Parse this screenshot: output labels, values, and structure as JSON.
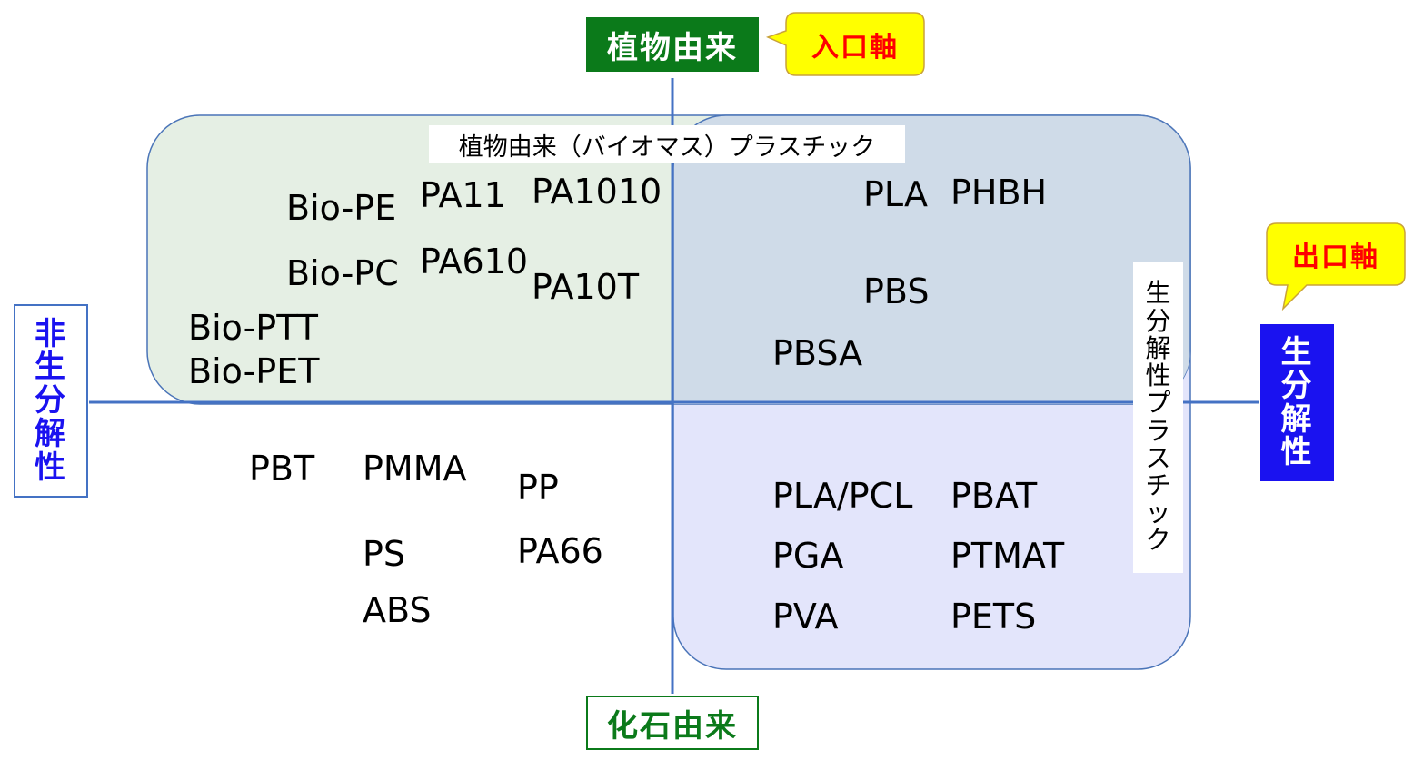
{
  "axes": {
    "top": "植物由来",
    "bottom": "化石由来",
    "left": "非生分解性",
    "right": "生分解性"
  },
  "callouts": {
    "entry_axis": "入口軸",
    "exit_axis": "出口軸"
  },
  "regions": {
    "biomass_title": "植物由来（バイオマス）プラスチック",
    "biodegradable_title": "生分解性プラスチック"
  },
  "materials": {
    "biomass_nondegradable": [
      "Bio-PE",
      "PA11",
      "PA1010",
      "Bio-PC",
      "PA610",
      "PA10T",
      "Bio-PTT",
      "Bio-PET"
    ],
    "biomass_biodegradable": [
      "PLA",
      "PHBH",
      "PBS",
      "PBSA"
    ],
    "fossil_nondegradable": [
      "PBT",
      "PMMA",
      "PP",
      "PS",
      "PA66",
      "ABS"
    ],
    "fossil_biodegradable": [
      "PLA/PCL",
      "PBAT",
      "PGA",
      "PTMAT",
      "PVA",
      "PETS"
    ]
  },
  "colors": {
    "biomass_fill": "#e5efe4",
    "biodegradable_fill": "#e3e5fb",
    "overlap_fill": "#cfdbe8",
    "region_border": "#4a74b8",
    "axis_line": "#4472c4",
    "top_axis_bg": "#0b7a1a",
    "right_axis_bg": "#1a12f0",
    "callout_bg": "#ffff00",
    "callout_text": "#ff0000",
    "left_axis_text": "#1a12f0",
    "bottom_axis_text": "#0b7a1a"
  }
}
